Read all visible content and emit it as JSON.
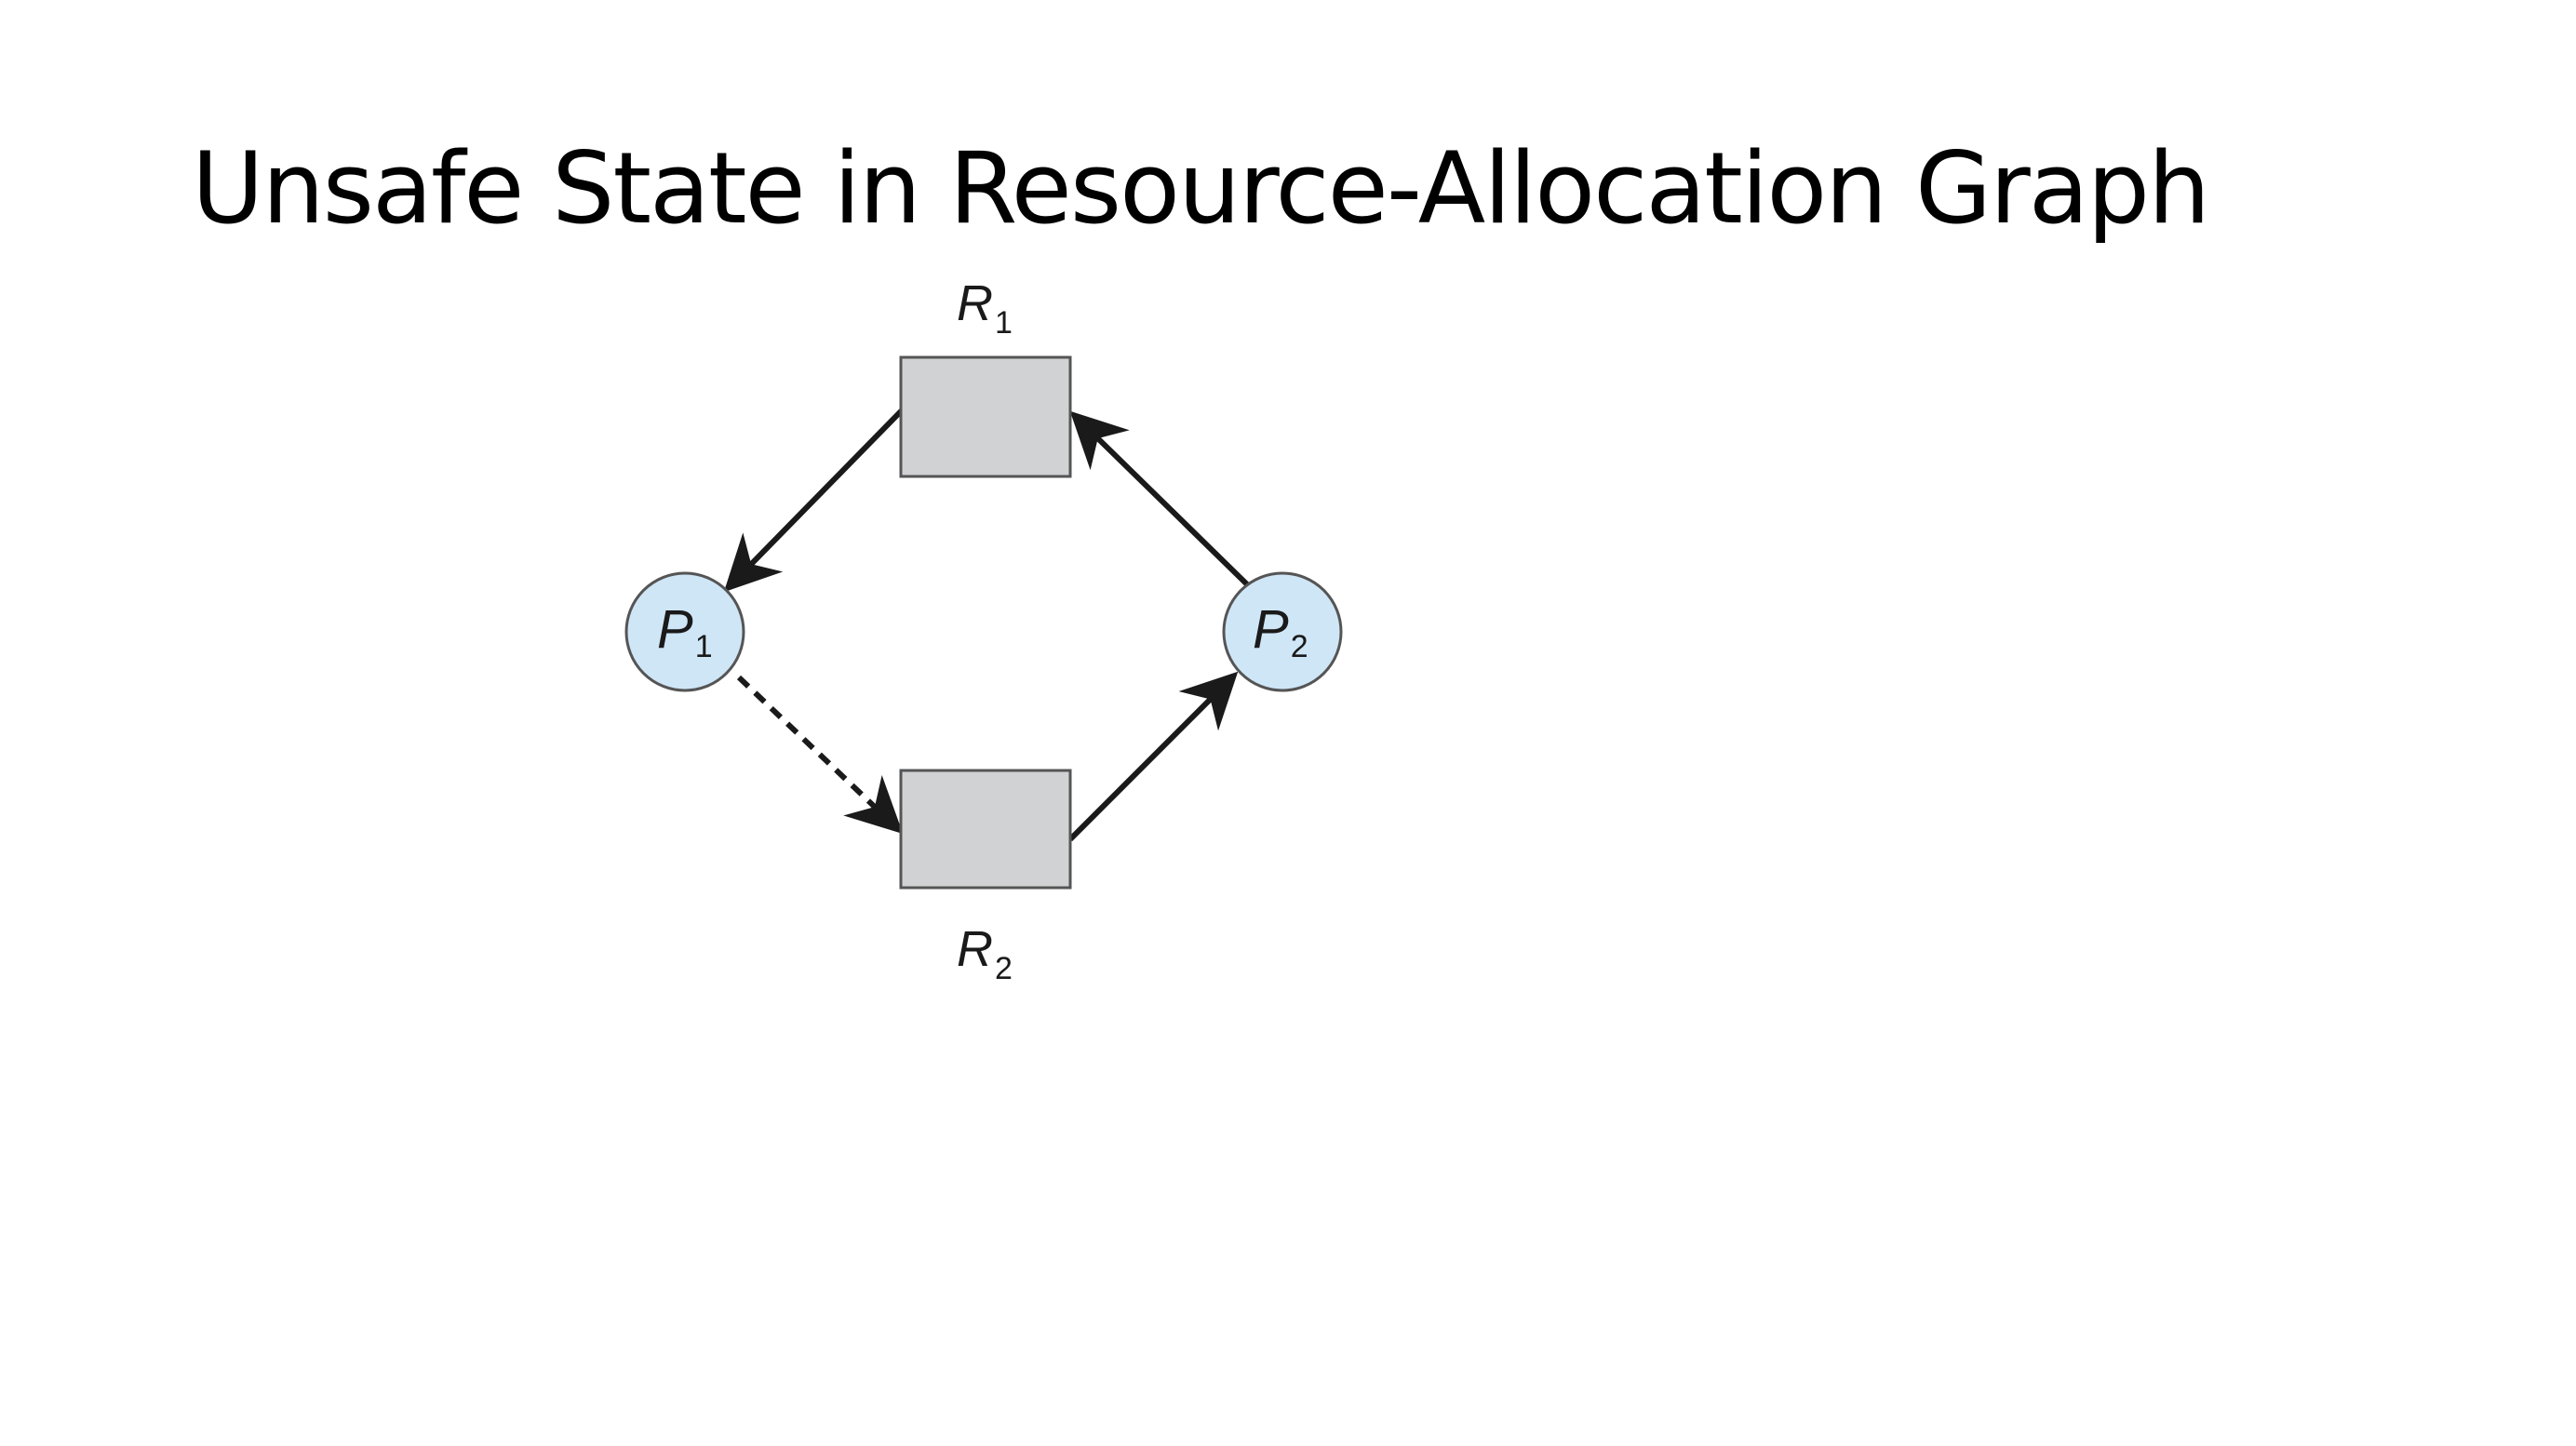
{
  "slide": {
    "title": "Unsafe State in Resource-Allocation Graph"
  },
  "diagram": {
    "resources": [
      {
        "id": "R1",
        "letter": "R",
        "subscript": "1"
      },
      {
        "id": "R2",
        "letter": "R",
        "subscript": "2"
      }
    ],
    "processes": [
      {
        "id": "P1",
        "letter": "P",
        "subscript": "1"
      },
      {
        "id": "P2",
        "letter": "P",
        "subscript": "2"
      }
    ],
    "edges": [
      {
        "from": "R1",
        "to": "P1",
        "kind": "assignment",
        "style": "solid"
      },
      {
        "from": "P2",
        "to": "R1",
        "kind": "request",
        "style": "solid"
      },
      {
        "from": "P1",
        "to": "R2",
        "kind": "claim",
        "style": "dashed"
      },
      {
        "from": "R2",
        "to": "P2",
        "kind": "assignment",
        "style": "solid"
      }
    ],
    "colors": {
      "resource_fill": "#d1d2d4",
      "process_fill": "#cfe6f7",
      "stroke": "#1a1a1a"
    }
  }
}
